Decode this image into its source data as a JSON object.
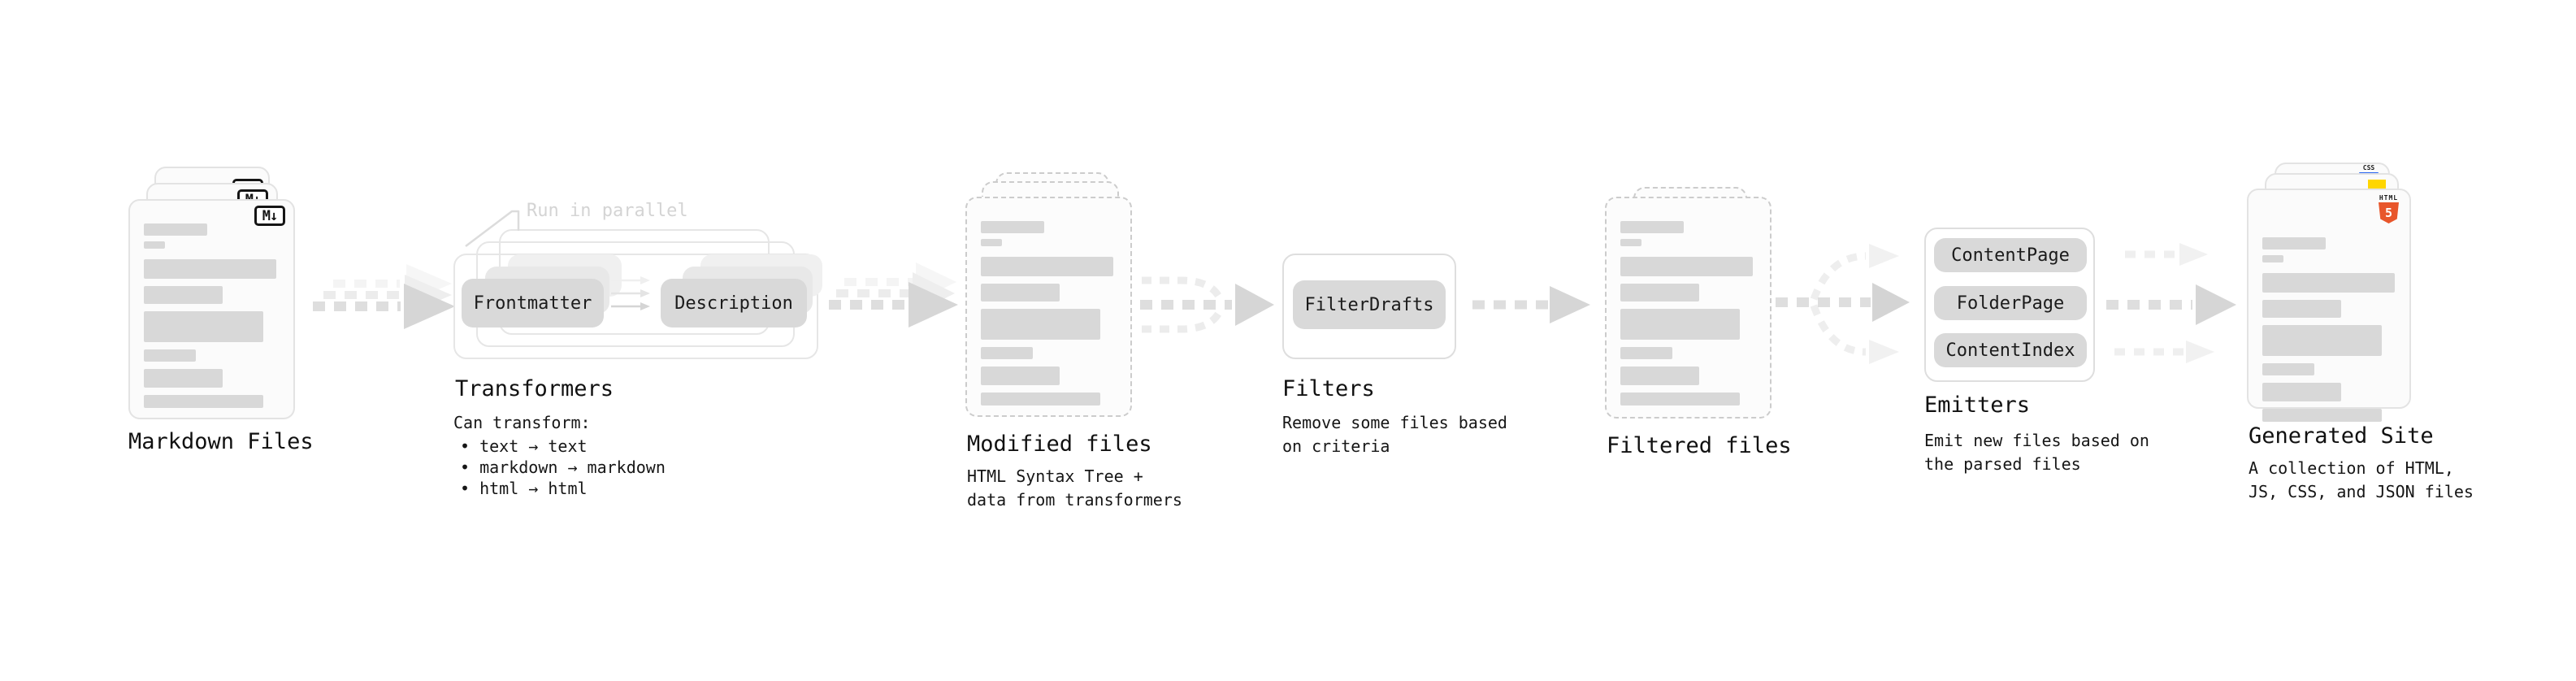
{
  "pipeline": {
    "markdown": {
      "label": "Markdown Files",
      "badge": "M↓"
    },
    "transformers": {
      "note": "Run in parallel",
      "pill_left": "Frontmatter",
      "pill_right": "Description",
      "label": "Transformers",
      "desc_title": "Can transform:",
      "bullets": [
        "• text → text",
        "• markdown → markdown",
        "• html → html"
      ]
    },
    "modified": {
      "label": "Modified files",
      "desc1": "HTML Syntax Tree +",
      "desc2": "data from transformers"
    },
    "filters": {
      "pill": "FilterDrafts",
      "label": "Filters",
      "desc1": "Remove some files based",
      "desc2": "on criteria"
    },
    "filtered": {
      "label": "Filtered files"
    },
    "emitters": {
      "pills": [
        "ContentPage",
        "FolderPage",
        "ContentIndex"
      ],
      "label": "Emitters",
      "desc1": "Emit new files based on",
      "desc2": "the parsed files"
    },
    "generated": {
      "label": "Generated Site",
      "desc1": "A collection of HTML,",
      "desc2": "JS, CSS, and JSON files",
      "badge_css": "CSS",
      "badge_html": "HTML",
      "badge_html_num": "5"
    },
    "colors": {
      "css_blue": "#2965f1",
      "js_yellow": "#ffd600",
      "html5_orange": "#e8562b"
    }
  }
}
